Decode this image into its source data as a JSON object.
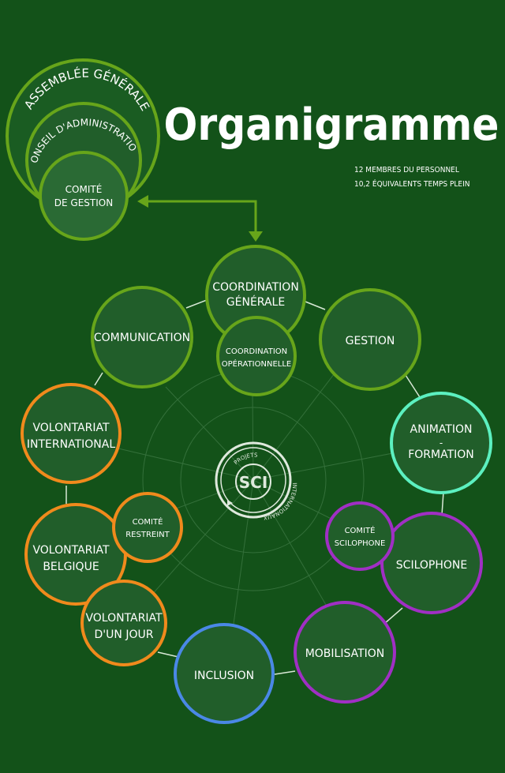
{
  "title": "Organigramme",
  "staff": {
    "line1": "12 MEMBRES DU PERSONNEL",
    "line2": "10,2 ÉQUIVALENTS TEMPS PLEIN"
  },
  "governance": {
    "assembly": "ASSEMBLÉE GÉNÉRALE",
    "board": "CONSEIL D'ADMINISTRATION",
    "committee_line1": "COMITÉ",
    "committee_line2": "DE GESTION"
  },
  "logo": {
    "center": "SCI",
    "ring_top": "PROJETS",
    "ring_bottom": "INTERNATIONAUX"
  },
  "nodes": {
    "coordination_generale": [
      "COORDINATION",
      "GÉNÉRALE"
    ],
    "coordination_operationnelle": [
      "COORDINATION",
      "OPÉRATIONNELLE"
    ],
    "gestion": [
      "GESTION"
    ],
    "animation_formation": [
      "ANIMATION",
      "-",
      "FORMATION"
    ],
    "scilophone": [
      "SCILOPHONE"
    ],
    "comite_scilophone": [
      "COMITÉ",
      "SCILOPHONE"
    ],
    "mobilisation": [
      "MOBILISATION"
    ],
    "inclusion": [
      "INCLUSION"
    ],
    "volontariat_un_jour": [
      "VOLONTARIAT",
      "D'UN JOUR"
    ],
    "volontariat_belgique": [
      "VOLONTARIAT",
      "BELGIQUE"
    ],
    "comite_restreint": [
      "COMITÉ",
      "RESTREINT"
    ],
    "volontariat_international": [
      "VOLONTARIAT",
      "INTERNATIONAL"
    ],
    "communication": [
      "COMMUNICATION"
    ]
  },
  "colors": {
    "background": "#135219",
    "node_fill": "#215e2a",
    "green": "#67a51a",
    "orange": "#f08a1c",
    "teal": "#5cf0c0",
    "purple": "#a02fc4",
    "blue": "#4a88e6"
  }
}
